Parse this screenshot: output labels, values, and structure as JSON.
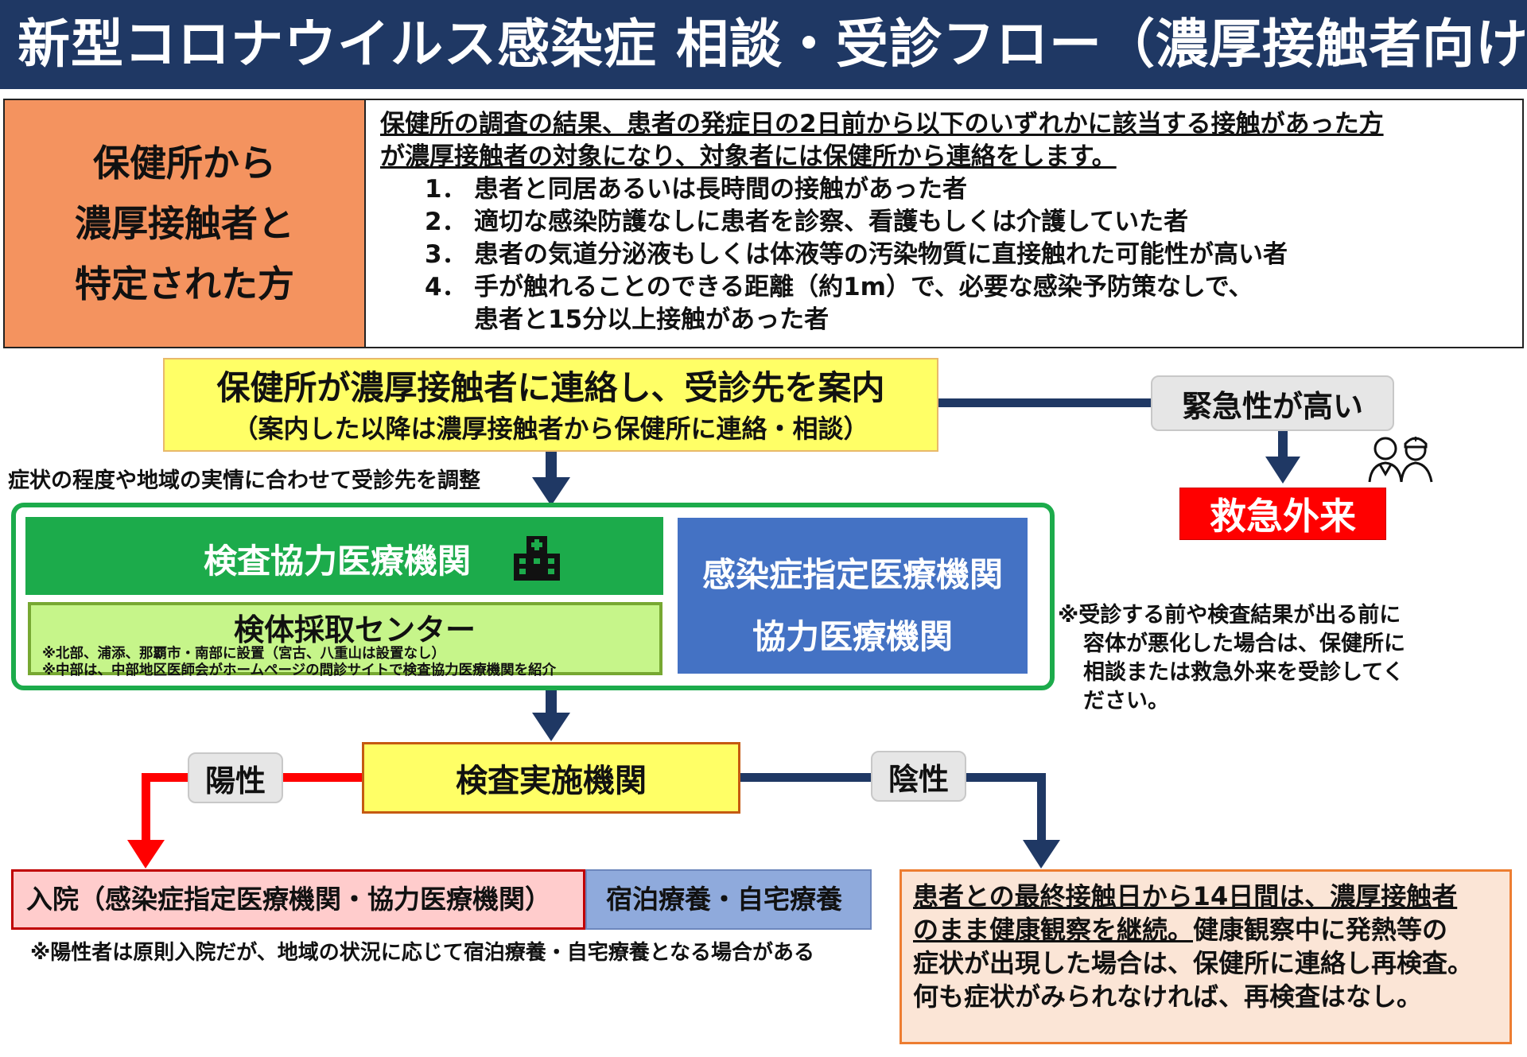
{
  "title": "新型コロナウイルス感染症 相談・受診フロー（濃厚接触者向け）",
  "target_box": {
    "lines": [
      "保健所から",
      "濃厚接触者と",
      "特定された方"
    ]
  },
  "criteria": {
    "intro_line1": "保健所の調査の結果、患者の発症日の2日前から以下のいずれかに該当する接触があった方",
    "intro_line2": "が濃厚接触者の対象になり、対象者には保健所から連絡をします。",
    "items": [
      {
        "num": "1．",
        "text": "患者と同居あるいは長時間の接触があった者"
      },
      {
        "num": "2．",
        "text": "適切な感染防護なしに患者を診察、看護もしくは介護していた者"
      },
      {
        "num": "3．",
        "text": "患者の気道分泌液もしくは体液等の汚染物質に直接触れた可能性が高い者"
      },
      {
        "num": "4．",
        "text": "手が触れることのできる距離（約1m）で、必要な感染予防策なしで、"
      }
    ],
    "item4_cont": "患者と15分以上接触があった者"
  },
  "health_center": {
    "line1": "保健所が濃厚接触者に連絡し、受診先を案内",
    "line2": "（案内した以降は濃厚接触者から保健所に連絡・相談）"
  },
  "adjust_note": "症状の程度や地域の実情に合わせて受診先を調整",
  "emergency": {
    "pill": "緊急性が高い",
    "er": "救急外来"
  },
  "cooperating_facility": "検査協力医療機関",
  "sample_center": {
    "title": "検体採取センター",
    "note1": "※北部、浦添、那覇市・南部に設置（宮古、八重山は設置なし）",
    "note2": "※中部は、中部地区医師会がホームページの問診サイトで検査協力医療機関を紹介"
  },
  "designated": {
    "line1": "感染症指定医療機関",
    "line2": "協力医療機関"
  },
  "side_note": {
    "first": "※受診する前や検査結果が出る前に",
    "rest": [
      "容体が悪化した場合は、保健所に",
      "相談または救急外来を受診してく",
      "ださい。"
    ]
  },
  "exec_facility": "検査実施機関",
  "positive_label": "陽性",
  "negative_label": "陰性",
  "hospitalization": "入院（感染症指定医療機関・協力医療機関）",
  "home_care": "宿泊療養・自宅療養",
  "positive_note": "※陽性者は原則入院だが、地域の状況に応じて宿泊療養・自宅療養となる場合がある",
  "observation": {
    "u1": "患者との最終接触日から14日間は、濃厚接触者",
    "u2": "のまま健康観察を継続。",
    "t2": "健康観察中に発熱等の",
    "t3": "症状が出現した場合は、保健所に連絡し再検査。",
    "t4": "何も症状がみられなければ、再検査はなし。"
  },
  "colors": {
    "header_bg": "#1f3864",
    "orange_box": "#f4935f",
    "yellow": "#ffff66",
    "green": "#1cab4b",
    "light_green": "#c6f58a",
    "blue": "#4472c4",
    "red": "#ff0000",
    "pink": "#ffcccc",
    "light_blue": "#8faadc",
    "peach": "#fbe5d6",
    "navy_connector": "#1f3864"
  },
  "icons": [
    "hospital-building-icon",
    "doctor-nurse-icon"
  ]
}
